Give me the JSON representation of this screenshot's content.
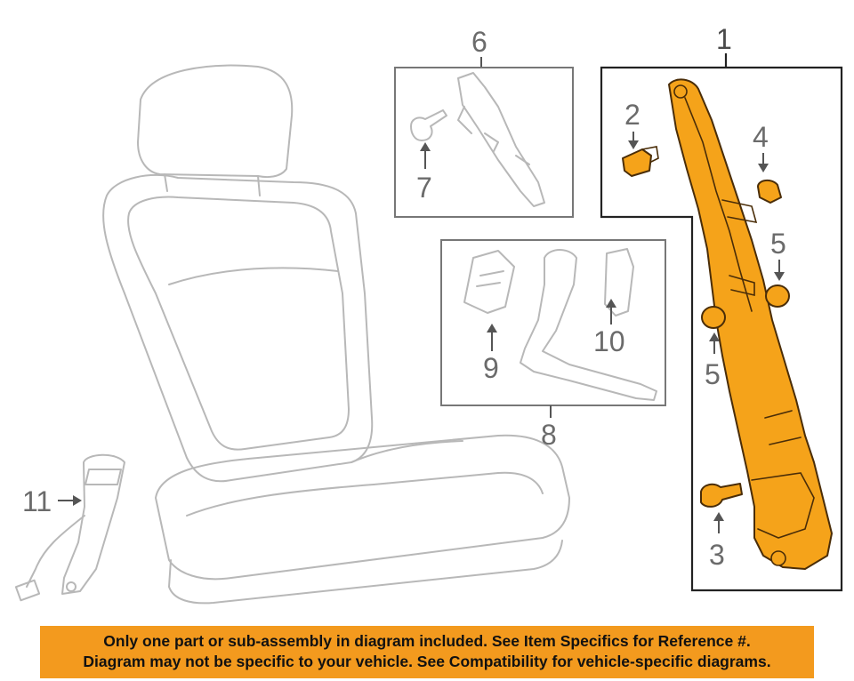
{
  "callouts": {
    "c1": "1",
    "c2": "2",
    "c3": "3",
    "c4": "4",
    "c5a": "5",
    "c5b": "5",
    "c6": "6",
    "c7": "7",
    "c8": "8",
    "c9": "9",
    "c10": "10",
    "c11": "11"
  },
  "banner": {
    "line1": "Only one part or sub-assembly in diagram included. See Item Specifics for Reference #.",
    "line2": "Diagram may not be specific to your vehicle. See Compatibility for vehicle-specific diagrams."
  },
  "colors": {
    "highlight_part": "#f5a31a",
    "banner_background": "#f39a1e"
  }
}
